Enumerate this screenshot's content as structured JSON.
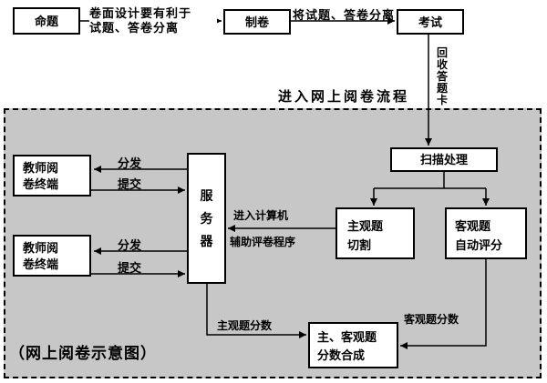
{
  "colors": {
    "panel_background": "#c7c7c7",
    "node_background": "#ffffff",
    "line_color": "#000000"
  },
  "top_flow": {
    "node_proposition": "命题",
    "edge_design": {
      "line1": "卷面设计要有利于",
      "line2": "试题、答卷分离"
    },
    "node_paper_making": "制卷",
    "edge_separate": "将试题、答卷分离",
    "node_exam": "考试",
    "edge_collect_cards": "回收答题卡"
  },
  "online_marking": {
    "section_title": "进入网上阅卷流程",
    "node_scan": "扫描处理",
    "node_server": "服务器",
    "node_subjective_cut": {
      "line1": "主观题",
      "line2": "切割"
    },
    "node_objective_auto": {
      "line1": "客观题",
      "line2": "自动评分"
    },
    "node_teacher_terminal_1": {
      "line1": "教师阅",
      "line2": "卷终端"
    },
    "node_teacher_terminal_2": {
      "line1": "教师阅",
      "line2": "卷终端"
    },
    "edge_distribute_1": "分发",
    "edge_submit_1": "提交",
    "edge_distribute_2": "分发",
    "edge_submit_2": "提交",
    "edge_enter_computer": "进入计算机",
    "edge_assist_program": "辅助评卷程序",
    "edge_subjective_score": "主观题分数",
    "edge_objective_score": "客观题分数",
    "node_score_merge": {
      "line1": "主、客观题",
      "line2": "分数合成"
    },
    "caption": "（网上阅卷示意图）"
  }
}
